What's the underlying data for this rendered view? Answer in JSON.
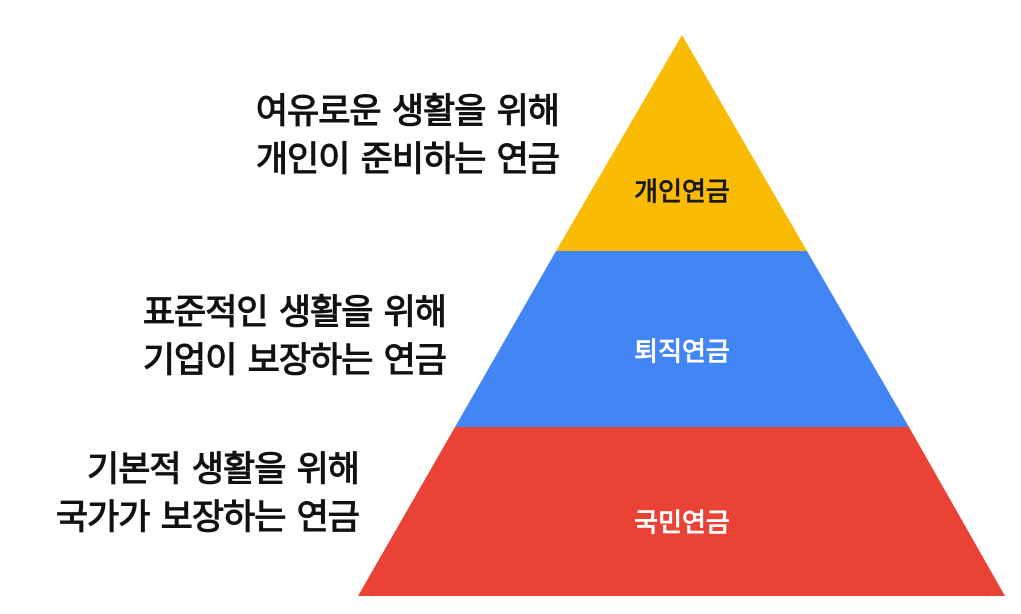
{
  "tiers": [
    {
      "label": "개인연금",
      "color": "#FABB05",
      "text_color": "#1a1a1a"
    },
    {
      "label": "퇴직연금",
      "color": "#4285F4",
      "text_color": "#ffffff"
    },
    {
      "label": "국민연금",
      "color": "#EA4335",
      "text_color": "#ffffff"
    }
  ],
  "descriptions": {
    "top": {
      "line1": "여유로운 생활을 위해",
      "line2": "개인이 준비하는 연금"
    },
    "middle": {
      "line1": "표준적인 생활을 위해",
      "line2": "기업이 보장하는 연금"
    },
    "bottom": {
      "line1": "기본적 생활을 위해",
      "line2": "국가가 보장하는 연금"
    }
  }
}
